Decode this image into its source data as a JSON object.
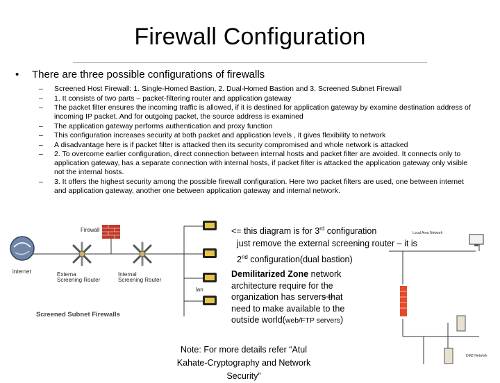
{
  "title": "Firewall Configuration",
  "main_bullet": "•",
  "main_text": "There are three possible configurations of firewalls",
  "dash": "–",
  "sub_items": [
    "Screened Host Firewall: 1. Single-Homed  Bastion, 2. Dual-Homed Bastion and 3. Screened Subnet Firewall",
    "1. It consists of two parts – packet-filtering router and application gateway",
    "The packet filter ensures the incoming traffic is allowed, if it is destined for application gateway by examine destination address of incoming IP packet. And for outgoing packet, the source address is examined",
    "The application gateway performs authentication and proxy function",
    "This configuration increases security at both packet and application levels , it gives flexibility to network",
    "A disadvantage here is if packet filter is attacked then its security  compromised and whole network is attacked",
    "2. To overcome earlier configuration, direct connection between internal hosts and packet filter are avoided.  It connects only to application gateway, has a separate connection with internal hosts, if packet filter is attacked the application gateway only visible not the internal hosts.",
    "3. It offers the highest security among the possible firewall configuration.  Here two packet filters are used, one between internet and application gateway, another one between application gateway and internal network."
  ],
  "left_diagram": {
    "firewall_label": "Firewall",
    "internet_label": "internet",
    "external_router_label": "Externa\nScreening Router",
    "internal_router_label": "Internal\nScreening Router",
    "lan_label": "lan",
    "caption": "Screened Subnet Firewalls"
  },
  "right_text": {
    "line1_pre": "<= this diagram is for 3",
    "line1_sup": "rd",
    "line1_post": " configuration",
    "line2": "just remove the external screening router – it is",
    "line3_pre": "2",
    "line3_sup": "nd",
    "line3_post": " configuration(dual bastion)",
    "dmz_bold": "Demilitarized Zone",
    "dmz_rest1": " network architecture require for the organization has servers that need to make available to the outside world(",
    "dmz_small": "web/FTP servers",
    "dmz_rest2": ")"
  },
  "right_diagram": {
    "local_area_network": "Local Area Network",
    "dmz_network": "DMZ Network",
    "router_label": "Router"
  },
  "note": "Note: For more details refer “Atul Kahate-Cryptography and Network Security”",
  "colors": {
    "firewall_brick": "#c0392b",
    "firewall_pillar": "#e34a2a",
    "router_line": "#2a4a7a",
    "caption_gray": "#444444"
  }
}
